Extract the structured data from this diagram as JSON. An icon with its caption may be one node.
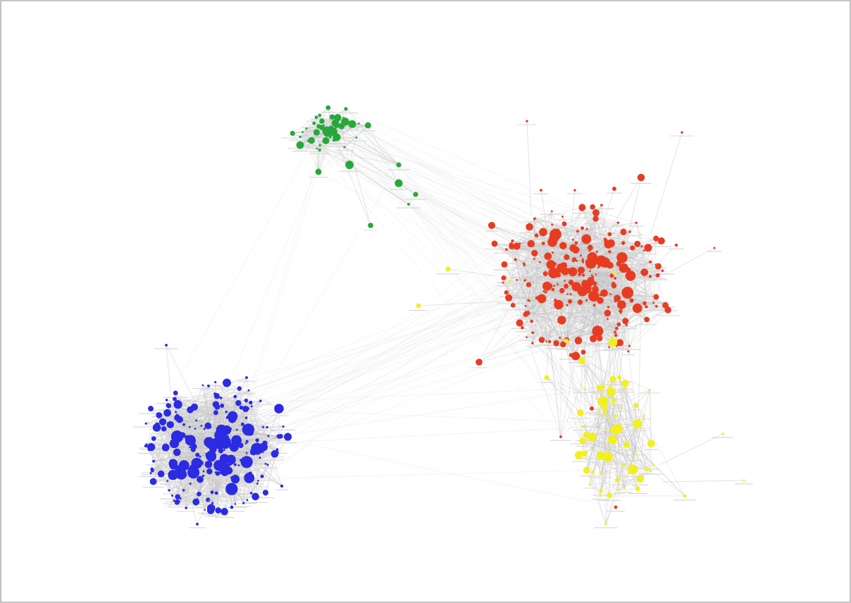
{
  "diagram": {
    "nodes": [
      {
        "text": [],
        "shape": "circle"
      },
      {
        "text": [],
        "shape": "circle"
      },
      {
        "text": [],
        "shape": "circle"
      },
      {
        "text": [],
        "shape": "circle"
      },
      {
        "text": [],
        "shape": "circle"
      },
      {
        "text": [],
        "shape": "circle"
      },
      {
        "text": [],
        "shape": "circle"
      },
      {
        "text": [],
        "shape": "circle"
      },
      {
        "text": [],
        "shape": "circle"
      },
      {
        "text": [],
        "shape": "circle"
      },
      {
        "text": [],
        "shape": "circle"
      },
      {
        "text": [],
        "shape": "circle"
      },
      {
        "text": [],
        "shape": "circle"
      },
      {
        "text": [],
        "shape": "circle"
      },
      {
        "text": [],
        "shape": "circle"
      }
    ],
    "edges": [
      {
        "from": 0,
        "to": null,
        "arrow": "none"
      },
      {
        "from": 1,
        "to": null,
        "arrow": "none"
      },
      {
        "from": 2,
        "to": null,
        "arrow": "none"
      },
      {
        "from": 3,
        "to": null,
        "arrow": "none"
      },
      {
        "from": 4,
        "to": null,
        "arrow": "none"
      },
      {
        "from": 4,
        "to": null,
        "arrow": "none"
      },
      {
        "from": 5,
        "to": null,
        "arrow": "none"
      },
      {
        "from": 6,
        "to": null,
        "arrow": "none"
      },
      {
        "from": 7,
        "to": null,
        "arrow": "none"
      },
      {
        "from": 8,
        "to": null,
        "arrow": "none"
      },
      {
        "from": 9,
        "to": null,
        "arrow": "none"
      },
      {
        "from": 10,
        "to": null,
        "arrow": "none"
      },
      {
        "from": 11,
        "to": null,
        "arrow": "none"
      },
      {
        "from": 12,
        "to": null,
        "arrow": "none"
      },
      {
        "from": 12,
        "to": null,
        "arrow": "none"
      },
      {
        "from": 13,
        "to": null,
        "arrow": "none"
      },
      {
        "from": 13,
        "to": null,
        "arrow": "none"
      },
      {
        "from": 14,
        "to": null,
        "arrow": "none"
      },
      {
        "from": 14,
        "to": null,
        "arrow": "none"
      }
    ]
  }
}
